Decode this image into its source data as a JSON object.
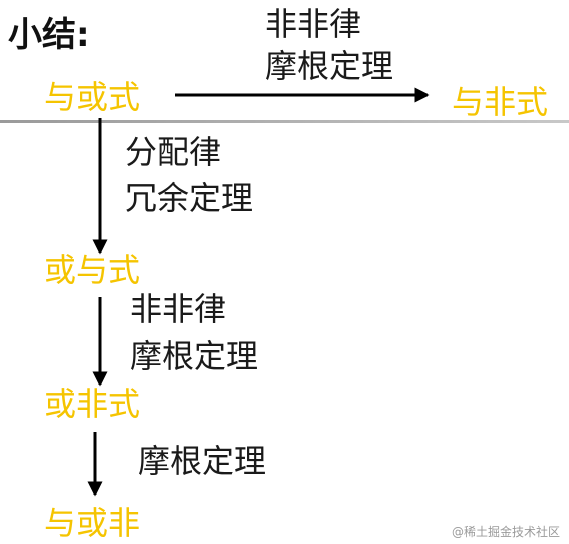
{
  "title": "小结:",
  "forms": {
    "and_or": "与或式",
    "and_not": "与非式",
    "or_and": "或与式",
    "or_not": "或非式",
    "and_or_not": "与或非"
  },
  "laws": {
    "top_line1": "非非律",
    "top_line2": "摩根定理",
    "step1_line1": "分配律",
    "step1_line2": "冗余定理",
    "step2_line1": "非非律",
    "step2_line2": "摩根定理",
    "step3_line1": "摩根定理"
  },
  "watermark": "@稀土掘金技术社区",
  "colors": {
    "form_text": "#f5c400",
    "law_text": "#1a1a1a",
    "arrow": "#000000",
    "rule": "#aaaaaa"
  }
}
